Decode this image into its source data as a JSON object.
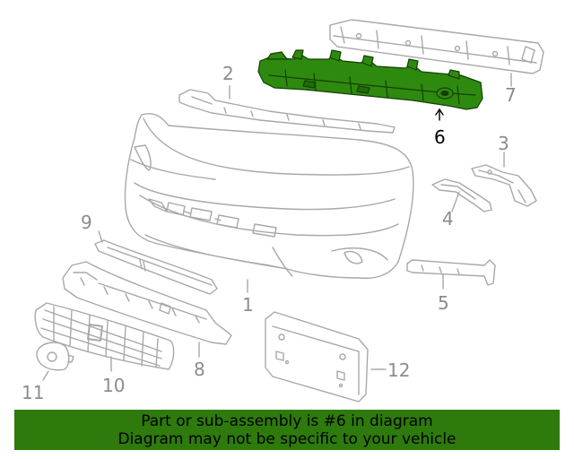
{
  "diagram": {
    "callouts": [
      {
        "id": "1",
        "label": "1"
      },
      {
        "id": "2",
        "label": "2"
      },
      {
        "id": "3",
        "label": "3"
      },
      {
        "id": "4",
        "label": "4"
      },
      {
        "id": "5",
        "label": "5"
      },
      {
        "id": "6",
        "label": "6"
      },
      {
        "id": "7",
        "label": "7"
      },
      {
        "id": "8",
        "label": "8"
      },
      {
        "id": "9",
        "label": "9"
      },
      {
        "id": "10",
        "label": "10"
      },
      {
        "id": "11",
        "label": "11"
      },
      {
        "id": "12",
        "label": "12"
      }
    ],
    "highlighted_part": "6",
    "colors": {
      "line_art": "#a8a8a8",
      "highlight_fill": "#2e8a0e",
      "highlight_stroke": "#143f05",
      "callout_text": "#8c8c8c",
      "highlight_text": "#000000",
      "banner_bg": "#2e7a0c"
    }
  },
  "banner": {
    "line1": "Part or sub-assembly is #6 in diagram",
    "line2": "Diagram may not be specific to your vehicle"
  }
}
